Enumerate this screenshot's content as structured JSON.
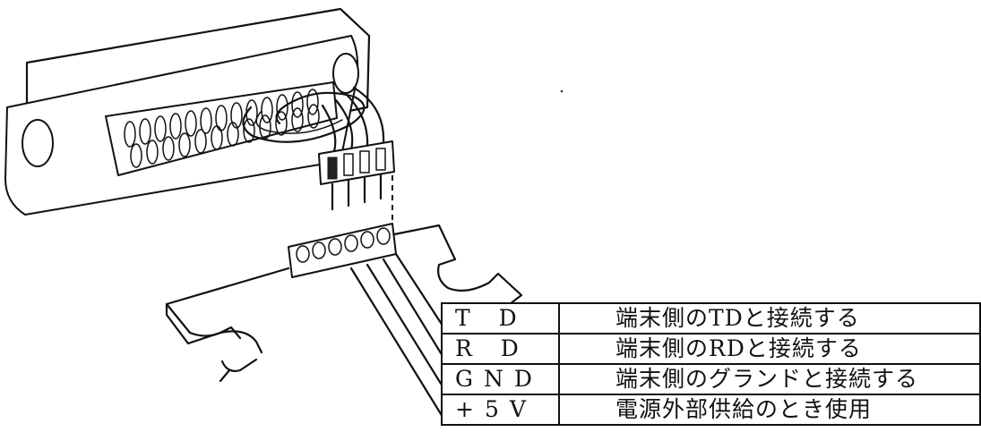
{
  "connector": {
    "rows": [
      {
        "signal": "T D",
        "description": "端末側のTDと接続する"
      },
      {
        "signal": "R D",
        "description": "端末側のRDと接続する"
      },
      {
        "signal": "GND",
        "description": "端末側のグランドと接続する"
      },
      {
        "signal": "+5V",
        "description": "電源外部供給のとき使用"
      }
    ]
  },
  "colors": {
    "ink": "#111111",
    "paper": "#ffffff"
  }
}
